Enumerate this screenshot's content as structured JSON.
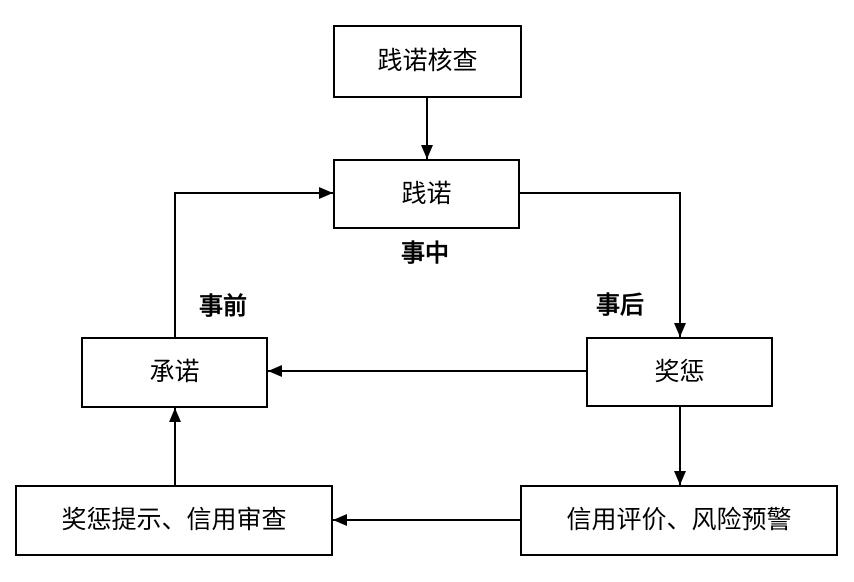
{
  "diagram": {
    "nodes": {
      "verify": {
        "label": "践诺核查"
      },
      "fulfill": {
        "label": "践诺"
      },
      "commit": {
        "label": "承诺"
      },
      "reward": {
        "label": "奖惩"
      },
      "prompt_review": {
        "label": "奖惩提示、信用审查"
      },
      "eval_warning": {
        "label": "信用评价、风险预警"
      }
    },
    "phase_labels": {
      "during": "事中",
      "before": "事前",
      "after": "事后"
    },
    "edges": [
      {
        "from": "verify",
        "to": "fulfill"
      },
      {
        "from": "commit",
        "to": "fulfill"
      },
      {
        "from": "fulfill",
        "to": "reward"
      },
      {
        "from": "reward",
        "to": "commit"
      },
      {
        "from": "reward",
        "to": "eval_warning"
      },
      {
        "from": "eval_warning",
        "to": "prompt_review"
      },
      {
        "from": "prompt_review",
        "to": "commit"
      }
    ]
  },
  "colors": {
    "line": "#000000",
    "text": "#000000",
    "background": "#ffffff",
    "box_fill": "#ffffff"
  }
}
